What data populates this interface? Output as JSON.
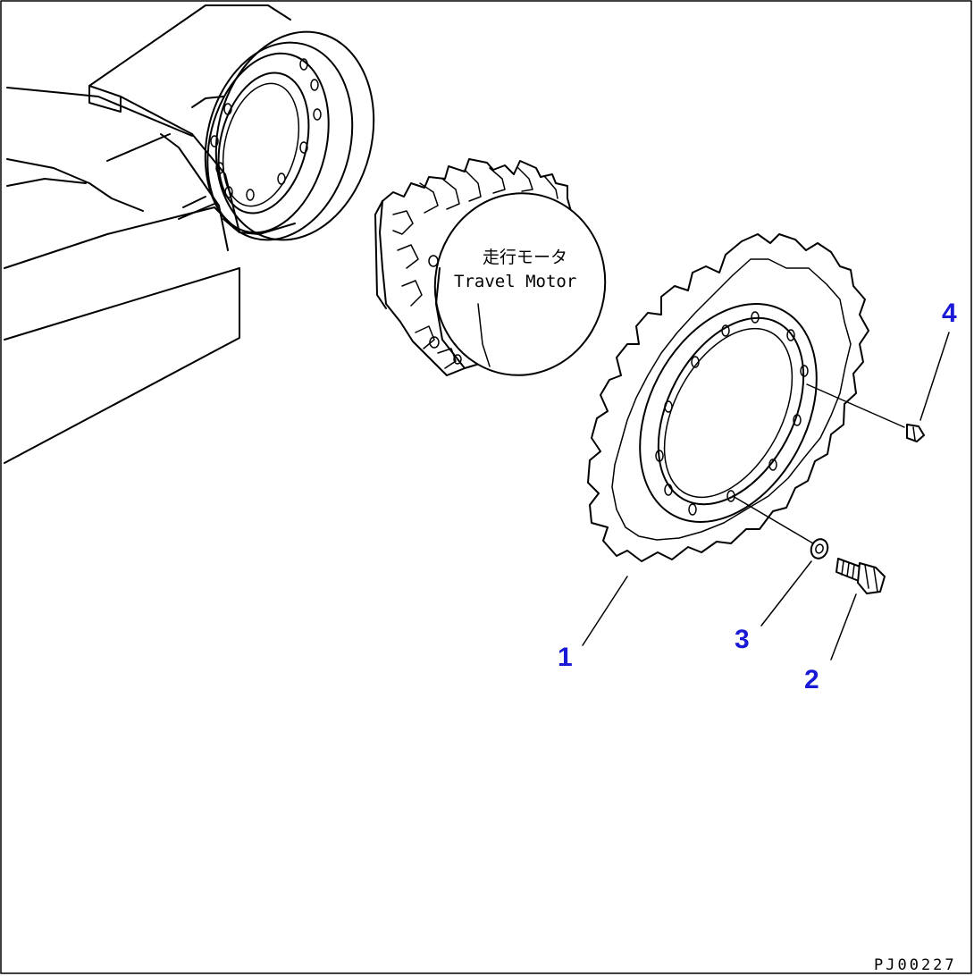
{
  "motor_label": {
    "japanese": "走行モータ",
    "english": "Travel Motor"
  },
  "callouts": [
    {
      "number": "1",
      "part": "sprocket"
    },
    {
      "number": "2",
      "part": "bolt"
    },
    {
      "number": "3",
      "part": "washer"
    },
    {
      "number": "4",
      "part": "plug"
    }
  ],
  "drawing_id": "PJ00227",
  "colors": {
    "callout": "#1a1ad6",
    "ink": "#000000",
    "paper": "#ffffff"
  }
}
